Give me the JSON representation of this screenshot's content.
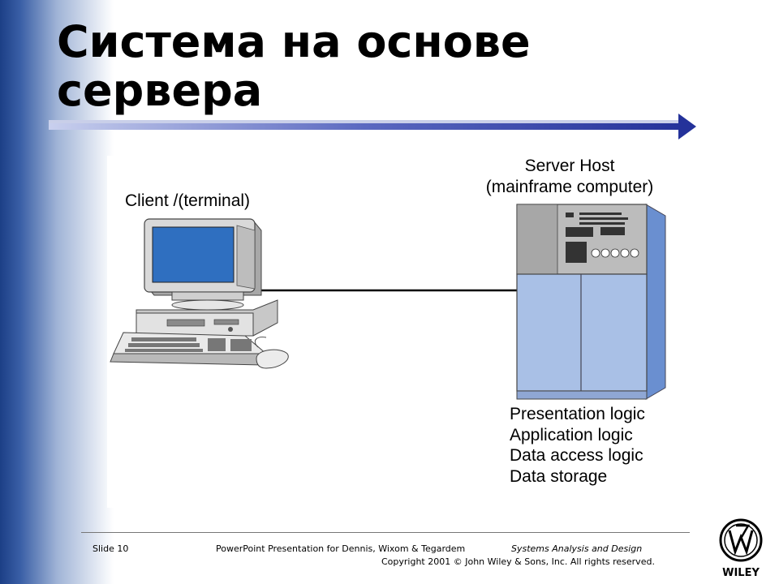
{
  "slide": {
    "title_line1": "Система на основе",
    "title_line2": "сервера"
  },
  "diagram": {
    "client_label": "Client /(terminal)",
    "server_label_line1": "Server Host",
    "server_label_line2": "(mainframe computer)",
    "server_logic": [
      "Presentation logic",
      "Application logic",
      "Data access logic",
      "Data storage"
    ]
  },
  "footer": {
    "slide_number": "Slide 10",
    "presentation": "PowerPoint Presentation for Dennis, Wixom & Tegardem",
    "book_title": "Systems Analysis and Design",
    "copyright": "Copyright 2001 © John Wiley & Sons, Inc.  All rights reserved.",
    "publisher": "WILEY"
  },
  "colors": {
    "title_rule": "#2a3a9a",
    "screen": "#2f6fc0",
    "server_body": "#a9c0e6",
    "side_band": "#1c3f86"
  }
}
